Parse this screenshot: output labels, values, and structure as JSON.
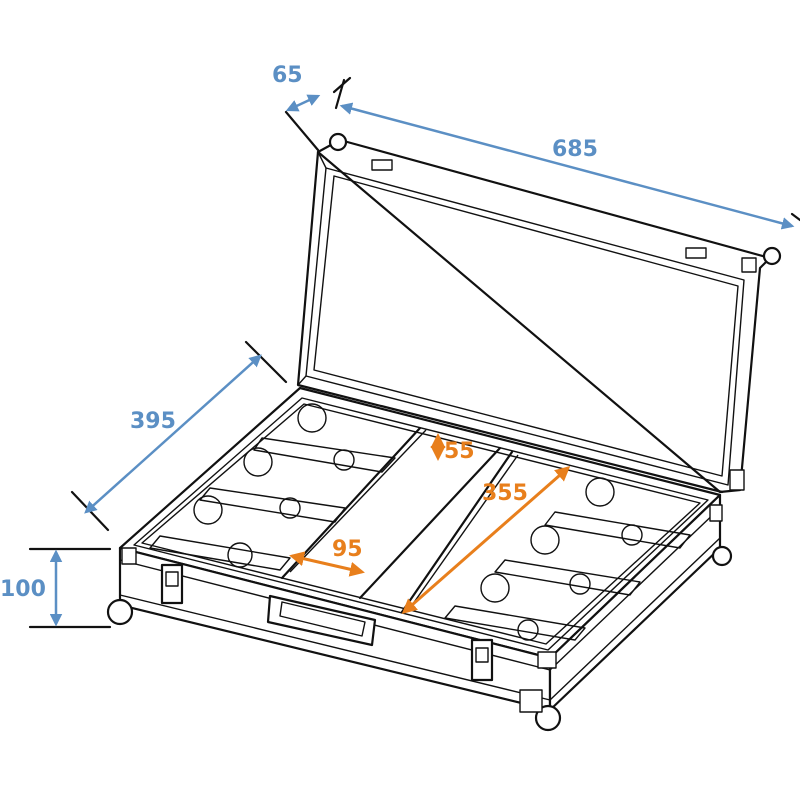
{
  "diagram": {
    "dimensions": {
      "lid_depth": "65",
      "length": "685",
      "width": "395",
      "height": "100",
      "compartment_width": "95",
      "compartment_length": "355",
      "compartment_depth": "55"
    },
    "colors": {
      "outer_dimension": "#5b8fc4",
      "inner_dimension": "#e87f1c",
      "outline": "#111111"
    }
  }
}
